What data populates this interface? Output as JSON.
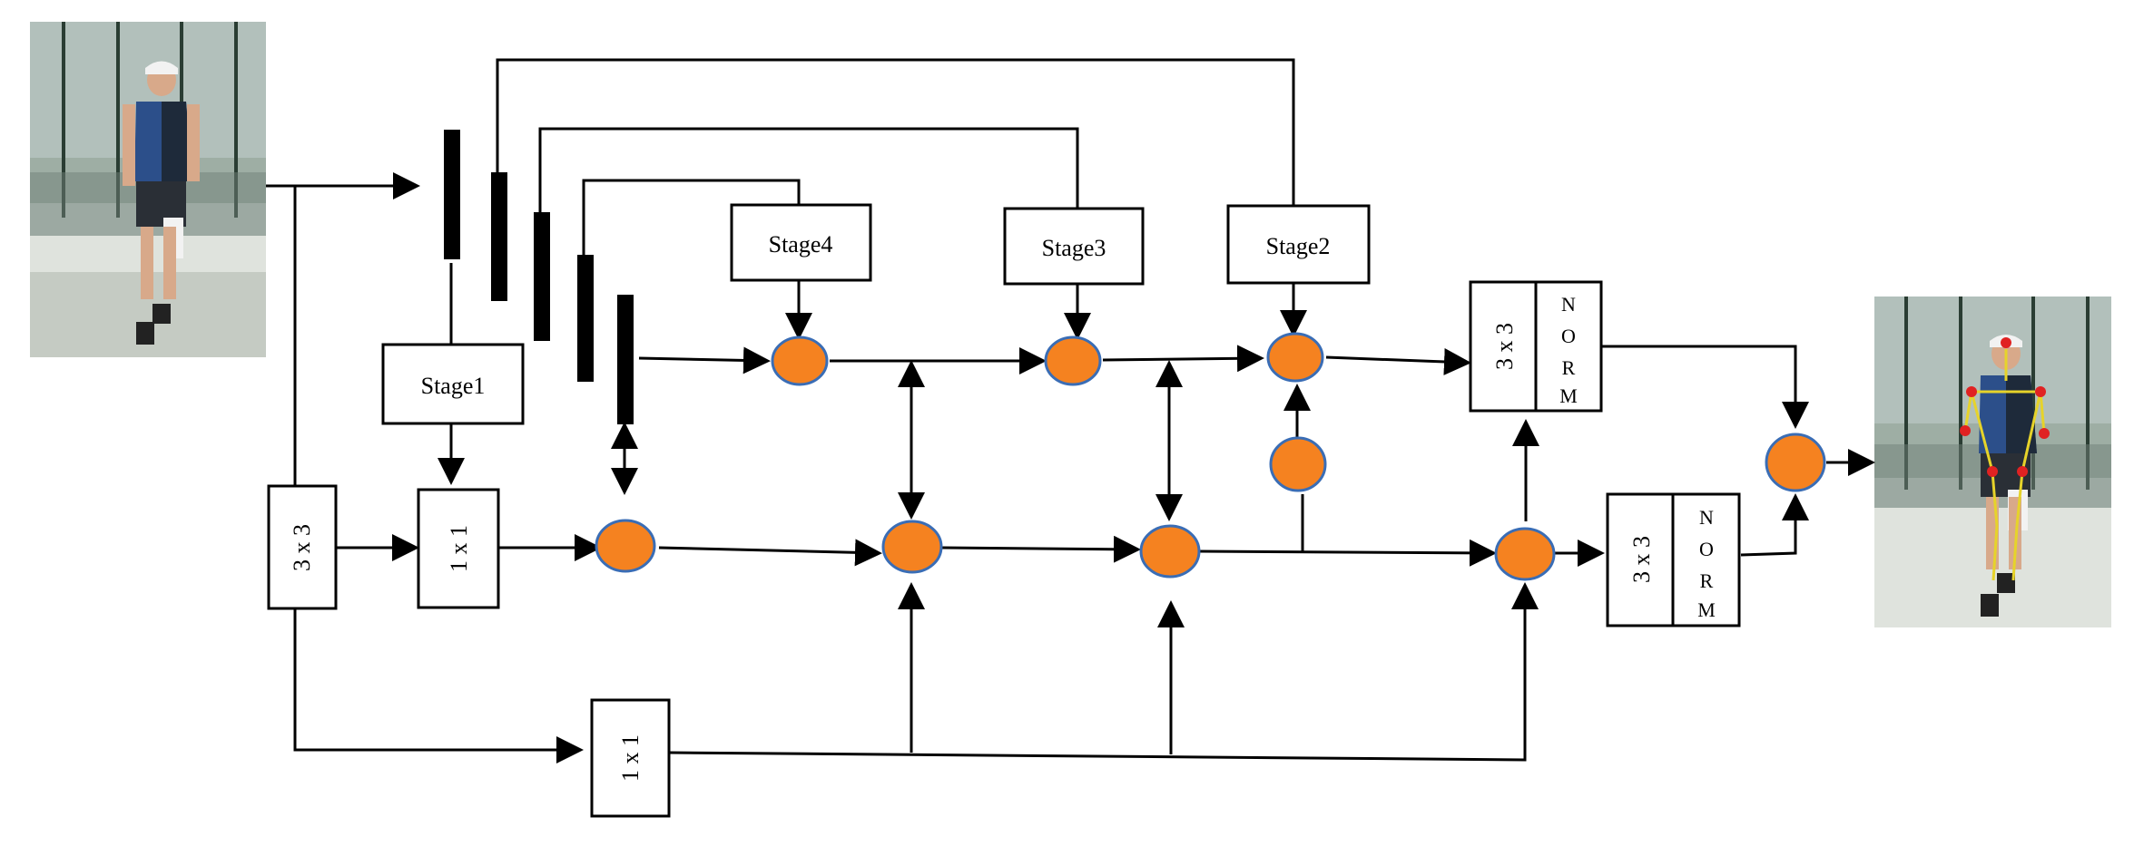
{
  "stage_labels": {
    "stage1": "Stage1",
    "stage2": "Stage2",
    "stage3": "Stage3",
    "stage4": "Stage4"
  },
  "conv_labels": {
    "conv3x3": "3 x 3",
    "conv1x1_top": "1 x 1",
    "conv1x1_bottom": "1 x 1",
    "norm_block_top_conv": "3 x 3",
    "norm_block_bottom_conv": "3 x 3"
  },
  "norm_letters": [
    "N",
    "O",
    "R",
    "M"
  ],
  "colors": {
    "node_fill": "#f58220",
    "node_outline": "#3a6db5"
  },
  "icons": {
    "input_image": "tennis-player-photo",
    "output_image": "tennis-player-pose-keypoints"
  }
}
